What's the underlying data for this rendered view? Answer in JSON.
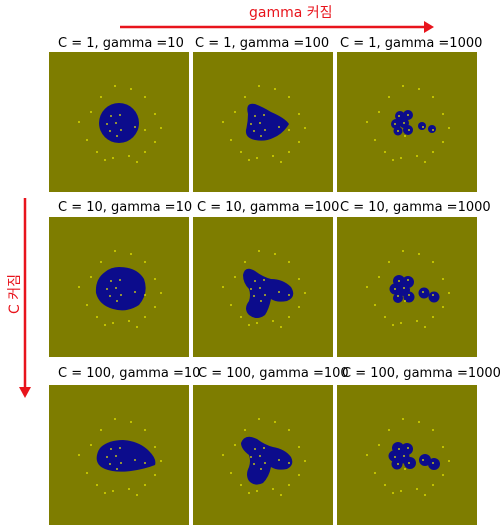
{
  "x_axis_label": "gamma 커짐",
  "y_axis_label": "C 커짐",
  "colors": {
    "background": "#7e7d00",
    "region": "#0c0c8c",
    "points": "#f0f000",
    "arrow": "#e8141c"
  },
  "panels": [
    {
      "title": "C = 1, gamma =10"
    },
    {
      "title": "C = 1, gamma =100"
    },
    {
      "title": "C = 1, gamma =1000"
    },
    {
      "title": "C = 10, gamma =10"
    },
    {
      "title": "C = 10, gamma =100"
    },
    {
      "title": "C = 10, gamma =1000"
    },
    {
      "title": "C = 100, gamma =10"
    },
    {
      "title": "C = 100, gamma =100"
    },
    {
      "title": "C = 100, gamma =1000"
    }
  ]
}
